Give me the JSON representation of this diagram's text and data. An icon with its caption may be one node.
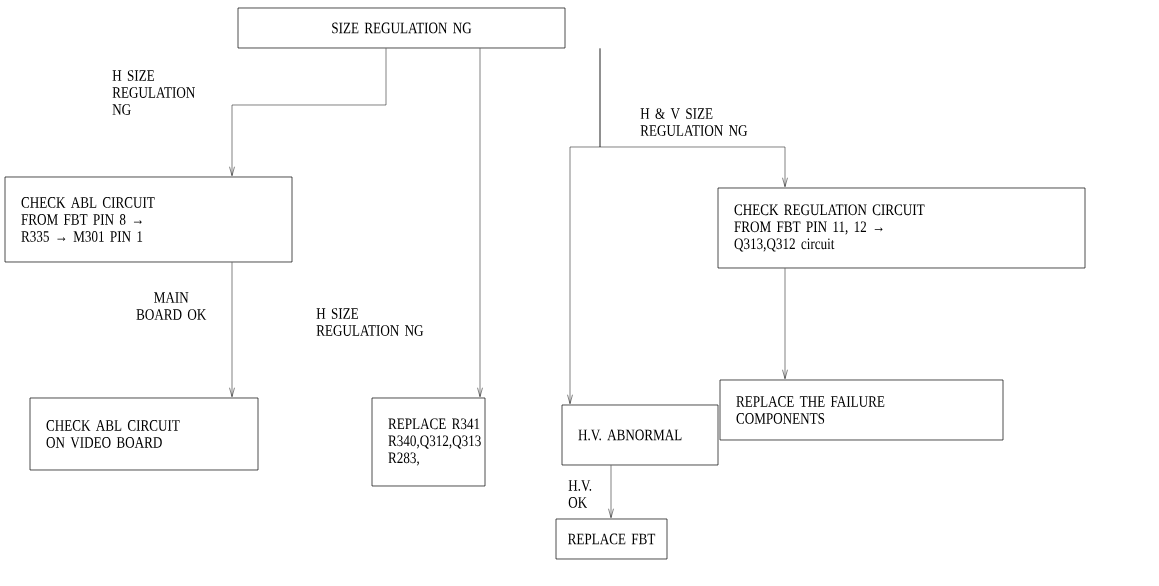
{
  "diagram": {
    "nodes": [
      {
        "text": [
          "SIZE REGULATION NG"
        ]
      },
      {
        "text": [
          "CHECK ABL CIRCUIT FROM FBT PIN 8 → R335 → M301 PIN 1"
        ]
      },
      {
        "text": [
          "CHECK ABL CIRCUIT ON VIDEO BOARD"
        ]
      },
      {
        "text": [
          "REPLACE R341 R340,Q312,Q313 R283,"
        ]
      },
      {
        "text": [
          "H.V. ABNORMAL"
        ]
      },
      {
        "text": [
          "REPLACE FBT"
        ]
      },
      {
        "text": [
          "CHECK REGULATION CIRCUIT FROM FBT PIN 11, 12 → Q313,Q312 circuit"
        ]
      },
      {
        "text": [
          "REPLACE THE FAILURE COMPONENTS"
        ]
      }
    ],
    "edges": [
      {
        "from": 0,
        "to": 1,
        "arrow": "to",
        "label": "H SIZE REGULATION NG"
      },
      {
        "from": 1,
        "to": 2,
        "arrow": "to",
        "label": "MAIN BOARD OK"
      },
      {
        "from": 0,
        "to": 3,
        "arrow": "to",
        "label": "H SIZE REGULATION NG"
      },
      {
        "from": 0,
        "to": 4,
        "arrow": "to"
      },
      {
        "from": 0,
        "to": 6,
        "arrow": "to",
        "label": "H & V SIZE REGULATION NG"
      },
      {
        "from": 6,
        "to": 7,
        "arrow": "to"
      },
      {
        "from": 4,
        "to": 5,
        "arrow": "to",
        "label": "H.V. OK"
      }
    ]
  }
}
